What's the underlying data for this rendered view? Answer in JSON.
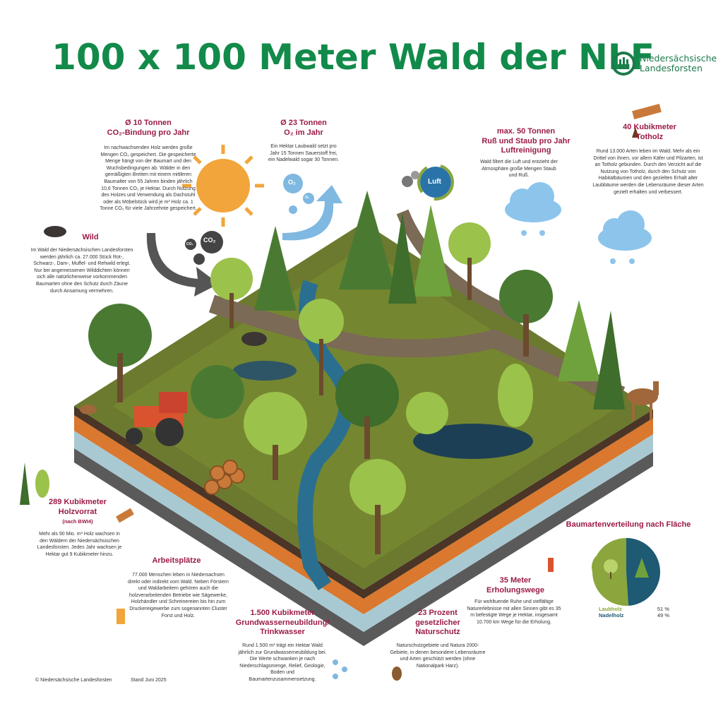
{
  "title": "100 x 100 Meter Wald der NLF",
  "logo": {
    "line1": "Niedersächsische",
    "line2": "Landesforsten"
  },
  "blocks": {
    "co2": {
      "heading1": "Ø 10 Tonnen",
      "heading2": "CO₂-Bindung pro Jahr",
      "text": "Im nachwachsenden Holz werden große Mengen CO₂ gespeichert. Die gespeicherte Menge hängt von der Baumart und den Wuchsbedingungen ab. Wälder in den gemäßigten Breiten mit einem mittleren Baumalter von 55 Jahren binden jährlich 10,6 Tonnen CO₂ je Hektar. Durch Nutzung des Holzes und Verwendung als Dachstuhl oder als Möbelstück wird je m³ Holz ca. 1 Tonne CO₂ für viele Jahrzehnte gespeichert."
    },
    "o2": {
      "heading1": "Ø 23 Tonnen",
      "heading2": "O₂ im Jahr",
      "text": "Ein Hektar Laubwald setzt pro Jahr 15 Tonnen Sauerstoff frei, ein Nadelwald sogar 30 Tonnen."
    },
    "air": {
      "heading1": "max. 50 Tonnen",
      "heading2": "Ruß und Staub pro Jahr",
      "heading3": "Luftreinigung",
      "text": "Wald filtert die Luft und entzieht der Atmosphäre große Mengen Staub und Ruß."
    },
    "deadwood": {
      "heading1": "40 Kubikmeter",
      "heading2": "Totholz",
      "text": "Rund 13.000 Arten leben im Wald. Mehr als ein Drittel von ihnen, vor allem Käfer und Pilzarten, ist an Totholz gebunden. Durch den Verzicht auf die Nutzung von Totholz, durch den Schutz von Habitatbäumen und den gezielten Erhalt alter Laubbäume werden die Lebensräume dieser Arten gezielt erhalten und verbessert."
    },
    "wild": {
      "heading": "Wild",
      "text": "Im Wald der Niedersächsischen Landesforsten werden jährlich ca. 27.000 Stück Rot-, Schwarz-, Dam-, Muffel- und Rehwild erlegt. Nur bei angemessenen Wilddichten können sich alle natürlicherweise vorkommenden Baumarten ohne den Schutz durch Zäune durch Ansamung vermehren."
    },
    "stock": {
      "heading1": "289 Kubikmeter",
      "heading2": "Holzvorrat",
      "sub": "(nach BWI4)",
      "text": "Mehr als 90 Mio. m³ Holz wachsen in den Wäldern der Niedersächsischen Landesforsten. Jedes Jahr wachsen je Hektar gut 9 Kubikmeter hinzu."
    },
    "jobs": {
      "heading": "Arbeitsplätze",
      "text": "77.000 Menschen leben in Niedersachsen direkt oder indirekt vom Wald. Neben Förstern und Waldarbeitern gehören auch die holzverarbeitenden Betriebe wie Sägewerke, Holzhändler und Schreinereien bis hin zum Druckereigewerbe zum sogenannten Cluster Forst und Holz."
    },
    "water": {
      "heading1": "1.500 Kubikmeter",
      "heading2": "Grundwasserneubildung/",
      "heading3": "Trinkwasser",
      "text": "Rund 1.500 m³ trägt ein Hektar Wald jährlich zur Grundwasserneubildung bei. Die Werte schwanken je nach Niederschlagsmenge, Relief, Geologie, Boden und Baumartenzusammensetzung."
    },
    "nature": {
      "heading1": "23 Prozent",
      "heading2": "gesetzlicher",
      "heading3": "Naturschutz",
      "text": "Naturschutzgebiete und Natura 2000-Gebiete, in denen besondere Lebensräume und Arten geschützt werden (ohne Nationalpark Harz)."
    },
    "paths": {
      "heading1": "35 Meter",
      "heading2": "Erholungswege",
      "text": "Für wohltuende Ruhe und vielfältige Naturerlebnisse mit allen Sinnen gibt es 35 m befestigte Wege je Hektar, insgesamt 10.700 km Wege für die Erholung."
    }
  },
  "labels": {
    "co2_big": "CO₂",
    "co2_small": "CO₂",
    "o2_big": "O₂",
    "o2_small": "O₂",
    "luft": "Luft"
  },
  "chart_data": {
    "type": "pie",
    "title": "Baumartenverteilung nach Fläche",
    "categories": [
      "Laubholz",
      "Nadelholz"
    ],
    "values": [
      51,
      49
    ],
    "value_labels": [
      "51 %",
      "49 %"
    ],
    "colors": [
      "#8aa63c",
      "#1e5a73"
    ]
  },
  "footer": {
    "copyright": "© Niedersächsische Landesforsten",
    "date": "Stand Juni 2025"
  },
  "colors": {
    "title": "#128a4a",
    "heading": "#9b1b44",
    "ground": "#6b7a2e",
    "water": "#2a6f8f",
    "soil": "#d9782e"
  }
}
